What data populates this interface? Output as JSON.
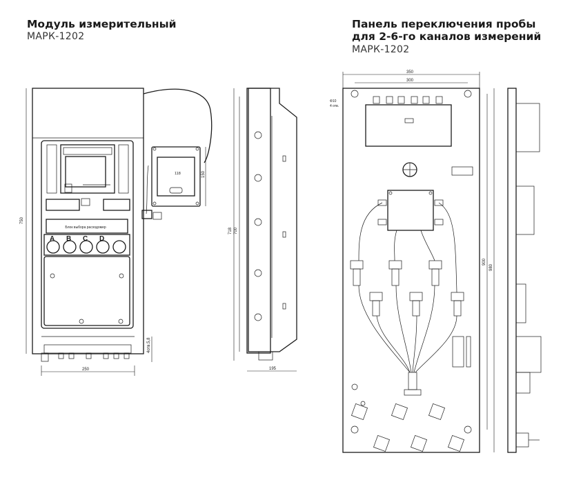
{
  "left_module": {
    "title": "Модуль измерительный",
    "model": "МАРК-1202",
    "small_panel_label": "Блок выбора расходомер",
    "channel_labels": [
      "A",
      "B",
      "C",
      "D"
    ],
    "dims": {
      "width": "250",
      "height": "750",
      "sensor_height": "150",
      "sensor_width": "118",
      "mount": "4отв.5,8"
    }
  },
  "side_view": {
    "dims": {
      "height_outer": "718",
      "height_inner": "700",
      "depth": "195"
    }
  },
  "right_panel": {
    "title_line1": "Панель переключения пробы",
    "title_line2": "для 2-6-го каналов измерений",
    "model": "МАРК-1202",
    "dims": {
      "width_outer": "350",
      "width_inner": "300",
      "hole": "Ф10",
      "hole_count": "4 отв.",
      "height_inner": "900",
      "height_outer": "980"
    }
  }
}
